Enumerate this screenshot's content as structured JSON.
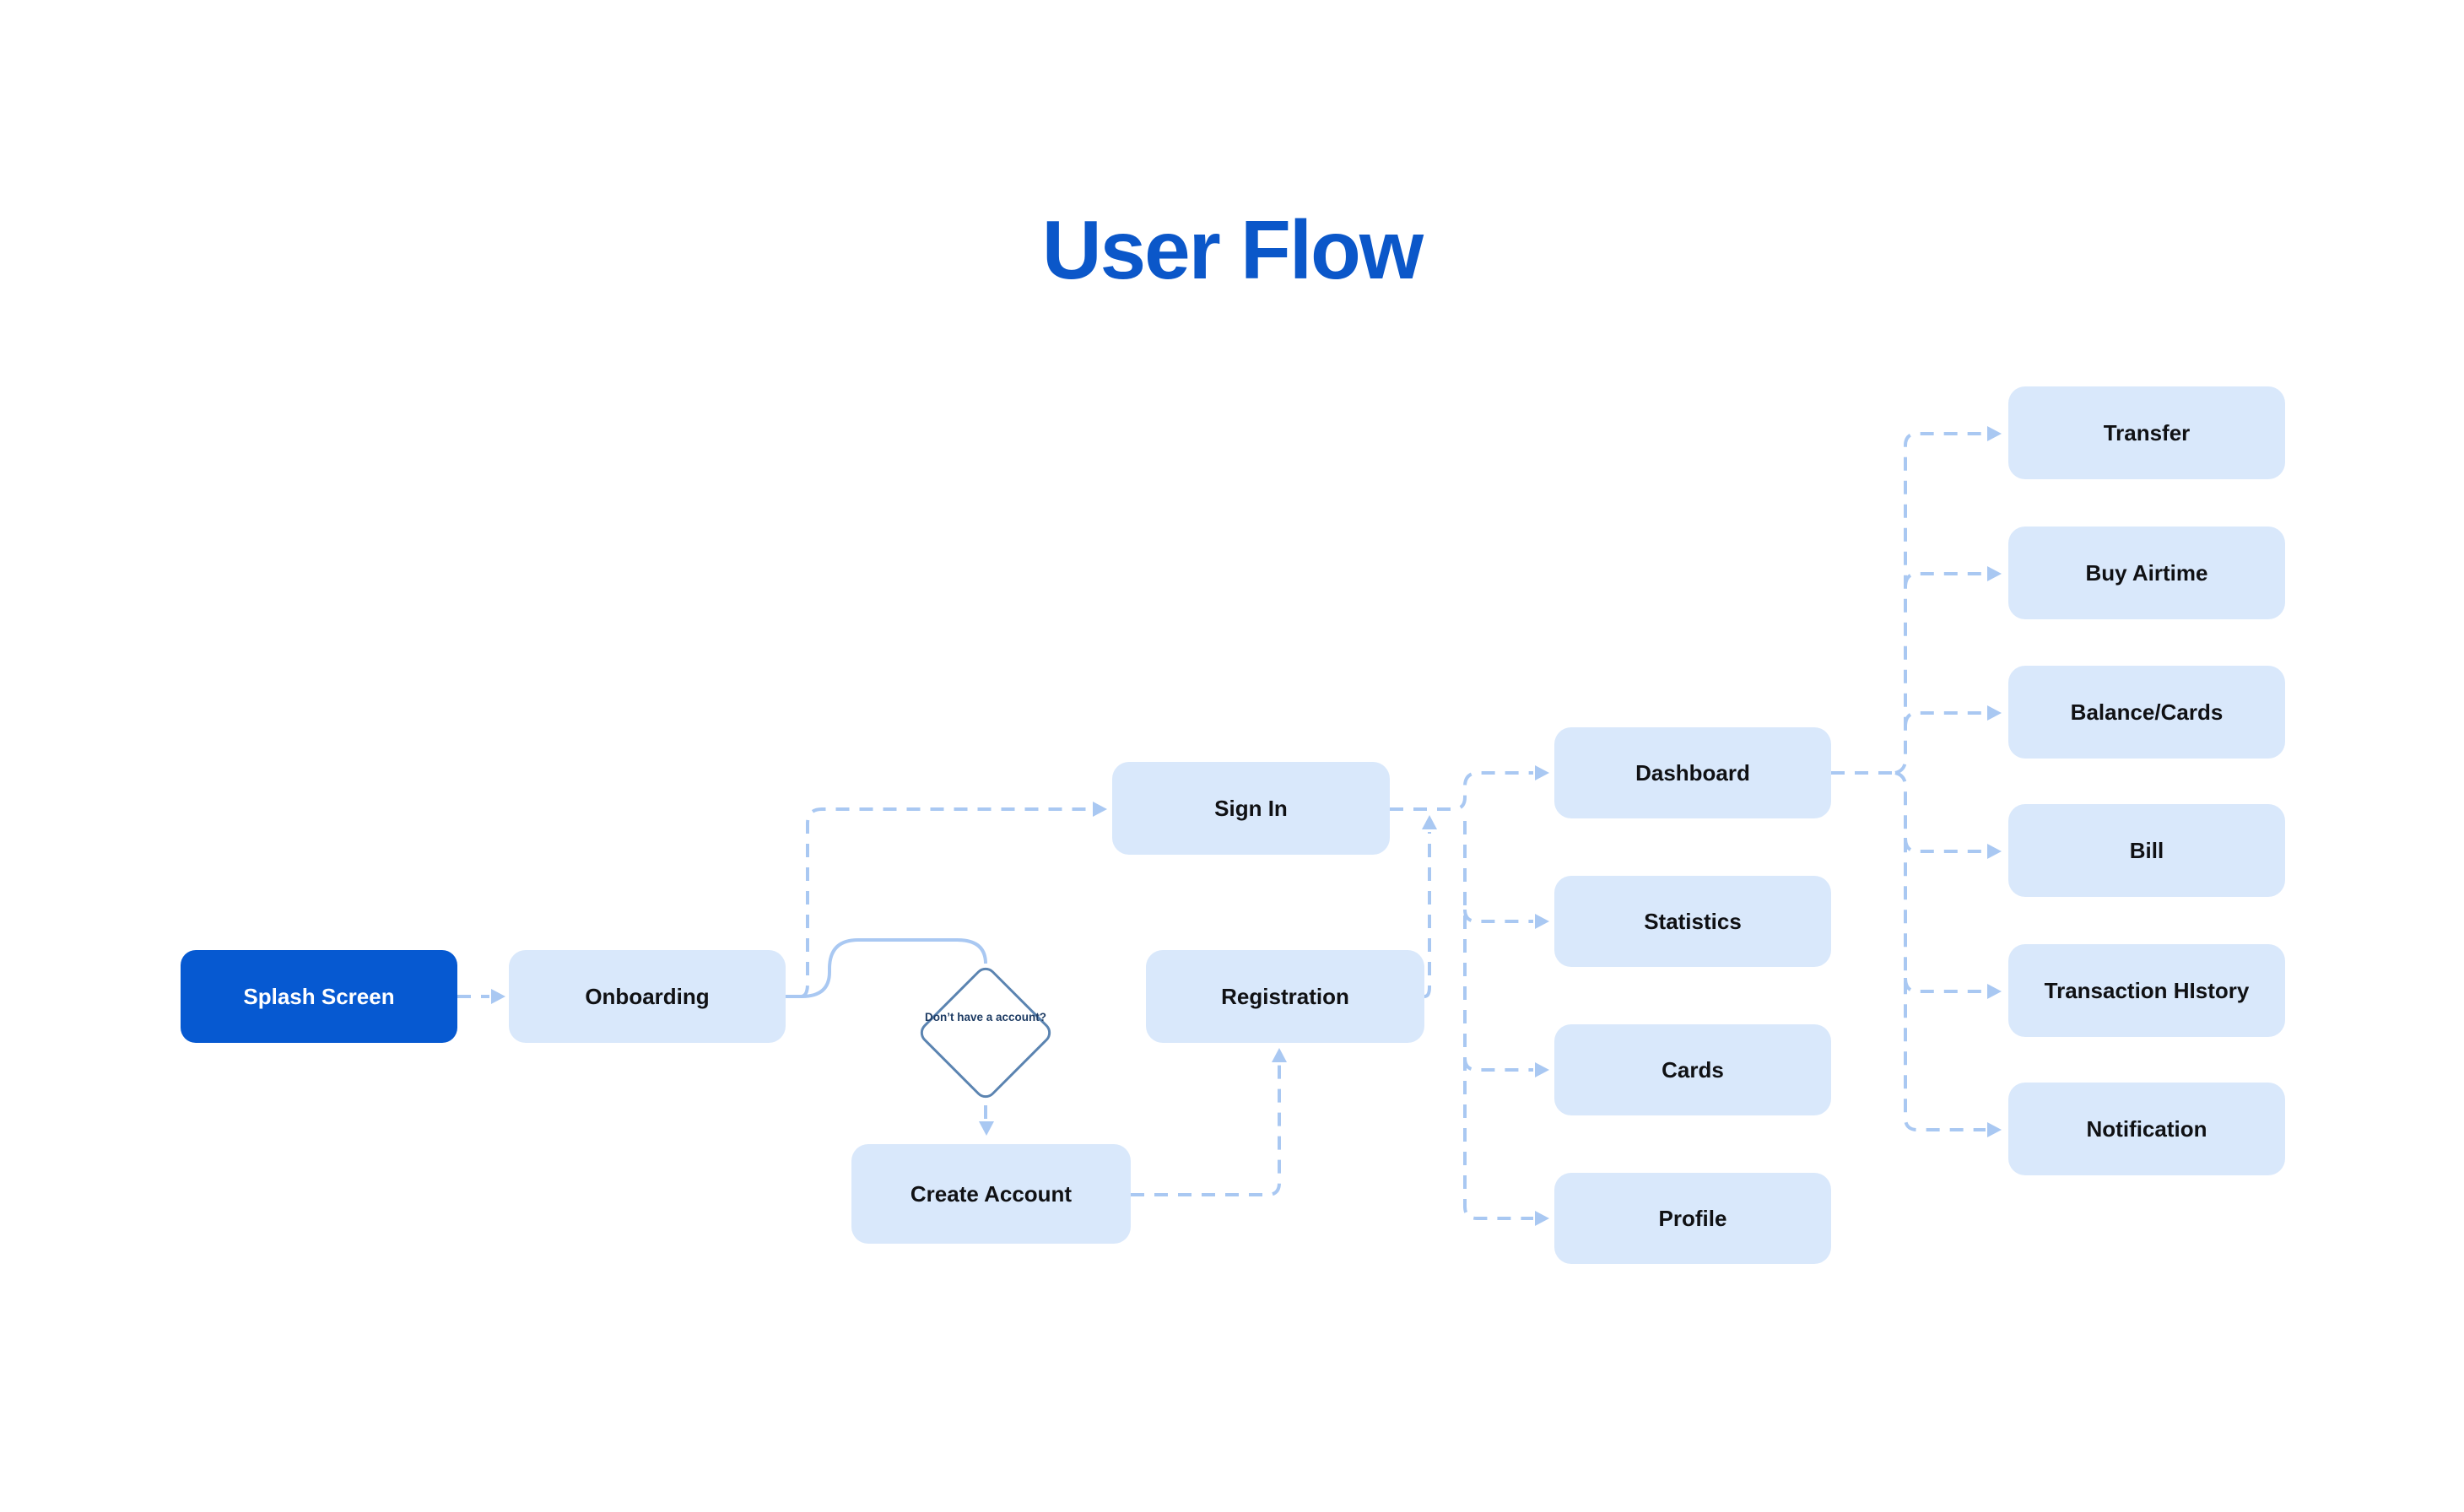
{
  "title": {
    "text": "User Flow",
    "color": "#0B57C9"
  },
  "colors": {
    "background": "#FFFFFF",
    "primary_node_fill": "#0659D1",
    "primary_node_text": "#FFFFFF",
    "node_fill": "#D9E8FB",
    "node_text": "#101114",
    "connector": "#A9C8F2",
    "decision_border": "#5B84B1",
    "decision_text": "#1E3C64"
  },
  "nodes": {
    "splash": {
      "label": "Splash Screen",
      "type": "primary"
    },
    "onboarding": {
      "label": "Onboarding"
    },
    "sign_in": {
      "label": "Sign In"
    },
    "registration": {
      "label": "Registration"
    },
    "create_account": {
      "label": "Create Account"
    },
    "dashboard": {
      "label": "Dashboard"
    },
    "statistics": {
      "label": "Statistics"
    },
    "cards": {
      "label": "Cards"
    },
    "profile": {
      "label": "Profile"
    },
    "transfer": {
      "label": "Transfer"
    },
    "buy_airtime": {
      "label": "Buy Airtime"
    },
    "balance_cards": {
      "label": "Balance/Cards"
    },
    "bill": {
      "label": "Bill"
    },
    "transaction_history": {
      "label": "Transaction HIstory"
    },
    "notification": {
      "label": "Notification"
    }
  },
  "decision": {
    "label": "Don’t have a account?"
  }
}
